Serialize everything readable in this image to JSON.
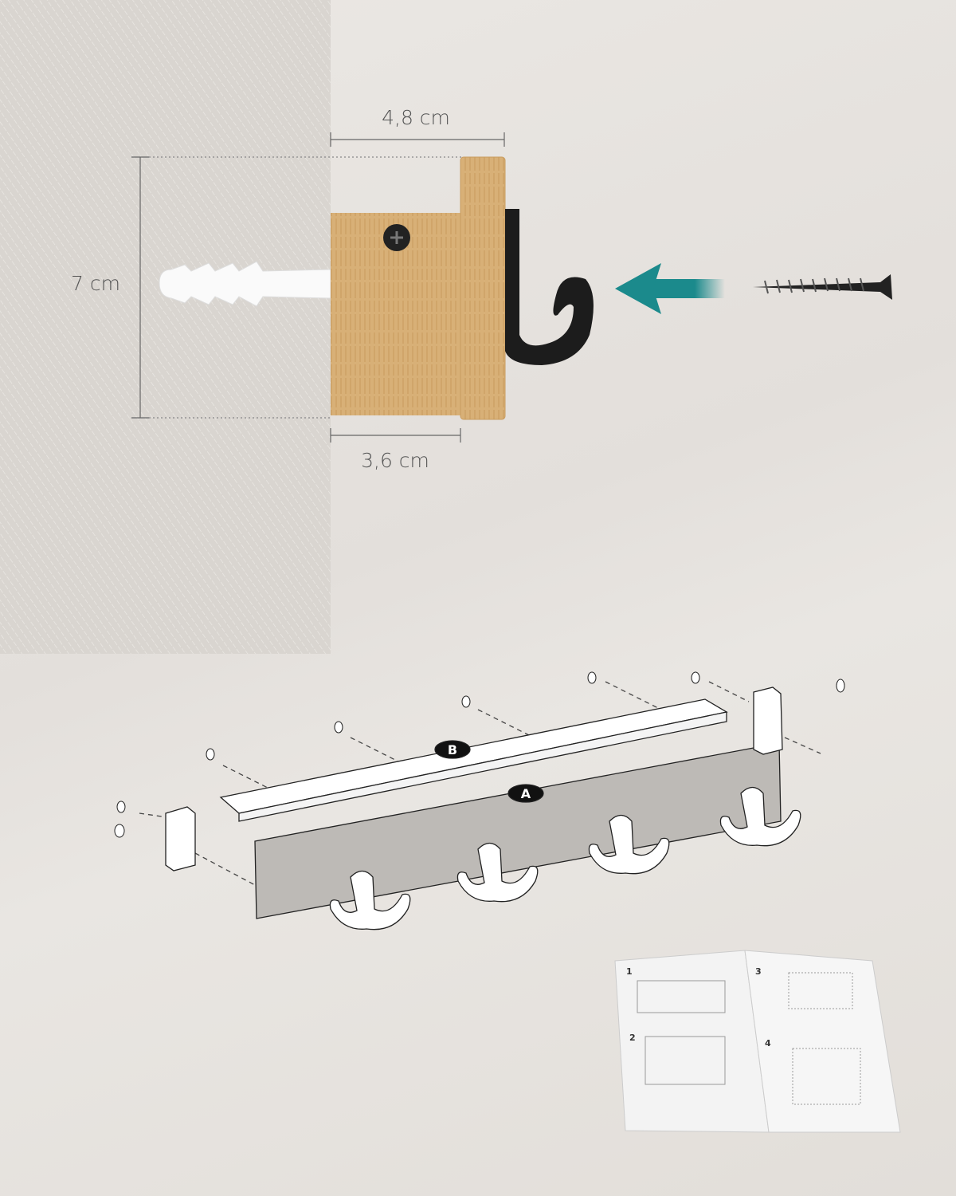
{
  "dimensions": {
    "width_label": "4,8 cm",
    "height_label": "7 cm",
    "depth_label": "3,6 cm"
  },
  "parts": {
    "bar_label": "B",
    "panel_label": "A"
  },
  "manual": {
    "steps": [
      "1",
      "2",
      "3",
      "4"
    ]
  },
  "colors": {
    "arrow": "#1b8a8c",
    "wood": "#d9b27a",
    "hook": "#1c1c1c",
    "panel": "#bdbab6"
  }
}
